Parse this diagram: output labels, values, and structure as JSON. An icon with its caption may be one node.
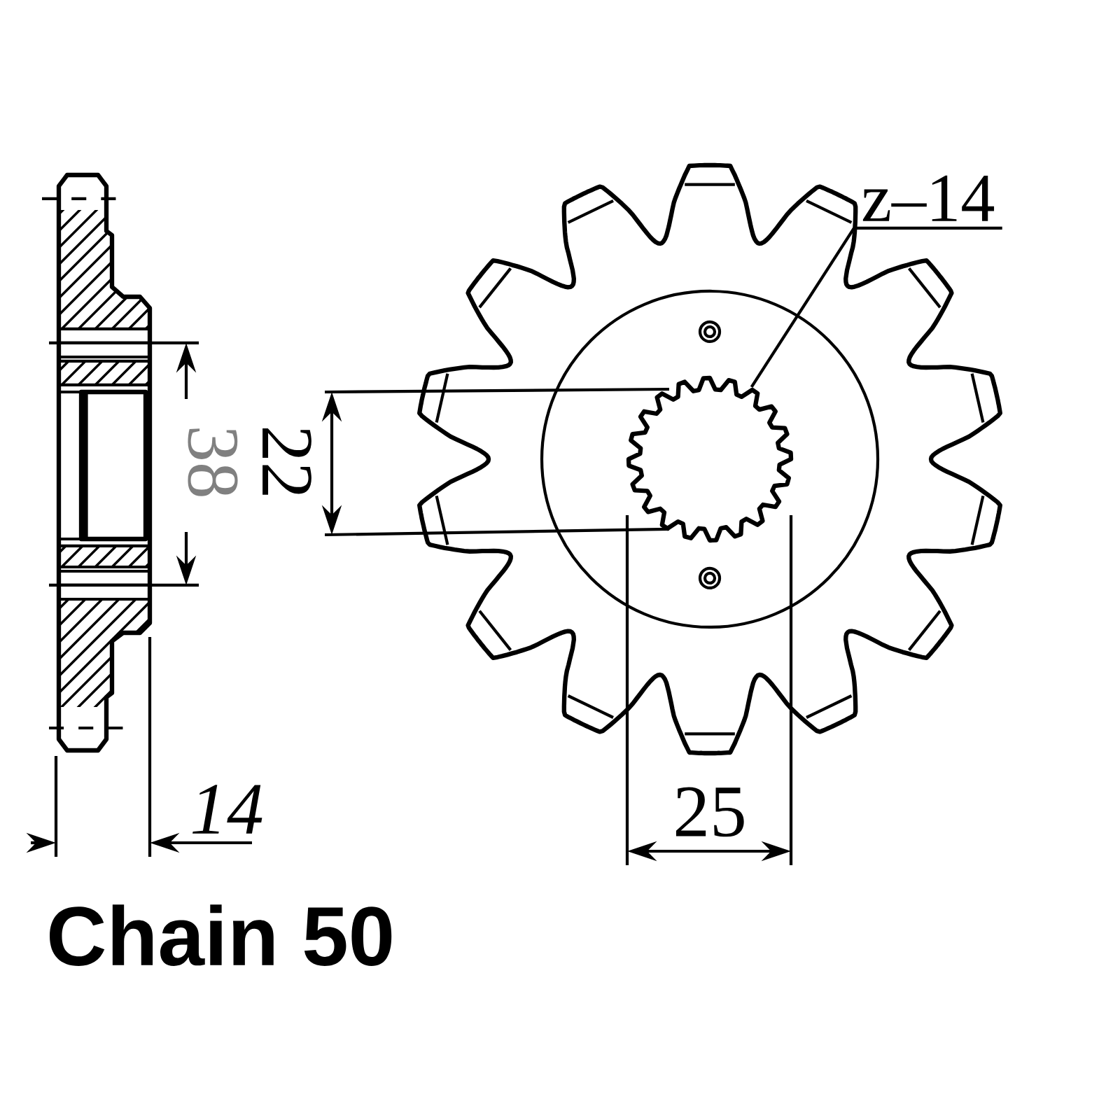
{
  "diagram": {
    "nodes": [
      {
        "text": [
          "z–14"
        ]
      },
      {
        "text": [],
        "shape": "picture"
      }
    ],
    "edges": [
      {
        "from": 0,
        "to": 1,
        "arrow": "none"
      }
    ],
    "labels": [
      "38",
      "22",
      "14",
      "25",
      "Chain 50"
    ]
  }
}
